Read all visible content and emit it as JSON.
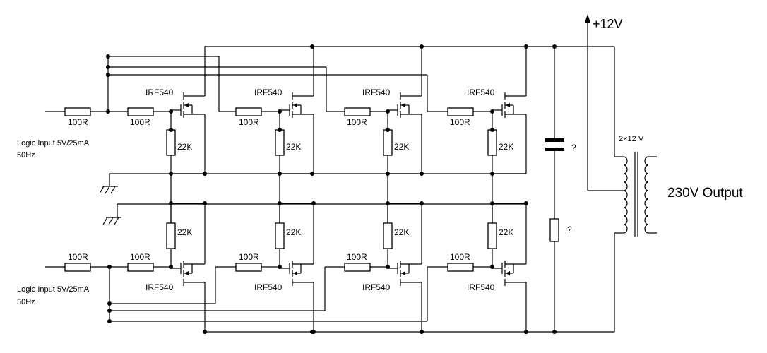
{
  "labels": {
    "resistor_series": "100R",
    "resistor_gate": "100R",
    "resistor_pulldown": "22K",
    "mosfet": "IRF540",
    "input_top_line1": "Logic Input 5V/25mA",
    "input_top_line2": "50Hz",
    "input_bottom_line1": "Logic Input 5V/25mA",
    "input_bottom_line2": "50Hz",
    "supply": "+12V",
    "capacitor_value": "?",
    "resistor_value": "?",
    "transformer": "2×12 V",
    "output": "230V Output"
  },
  "colors": {
    "wire": "#000000",
    "background": "#ffffff"
  }
}
